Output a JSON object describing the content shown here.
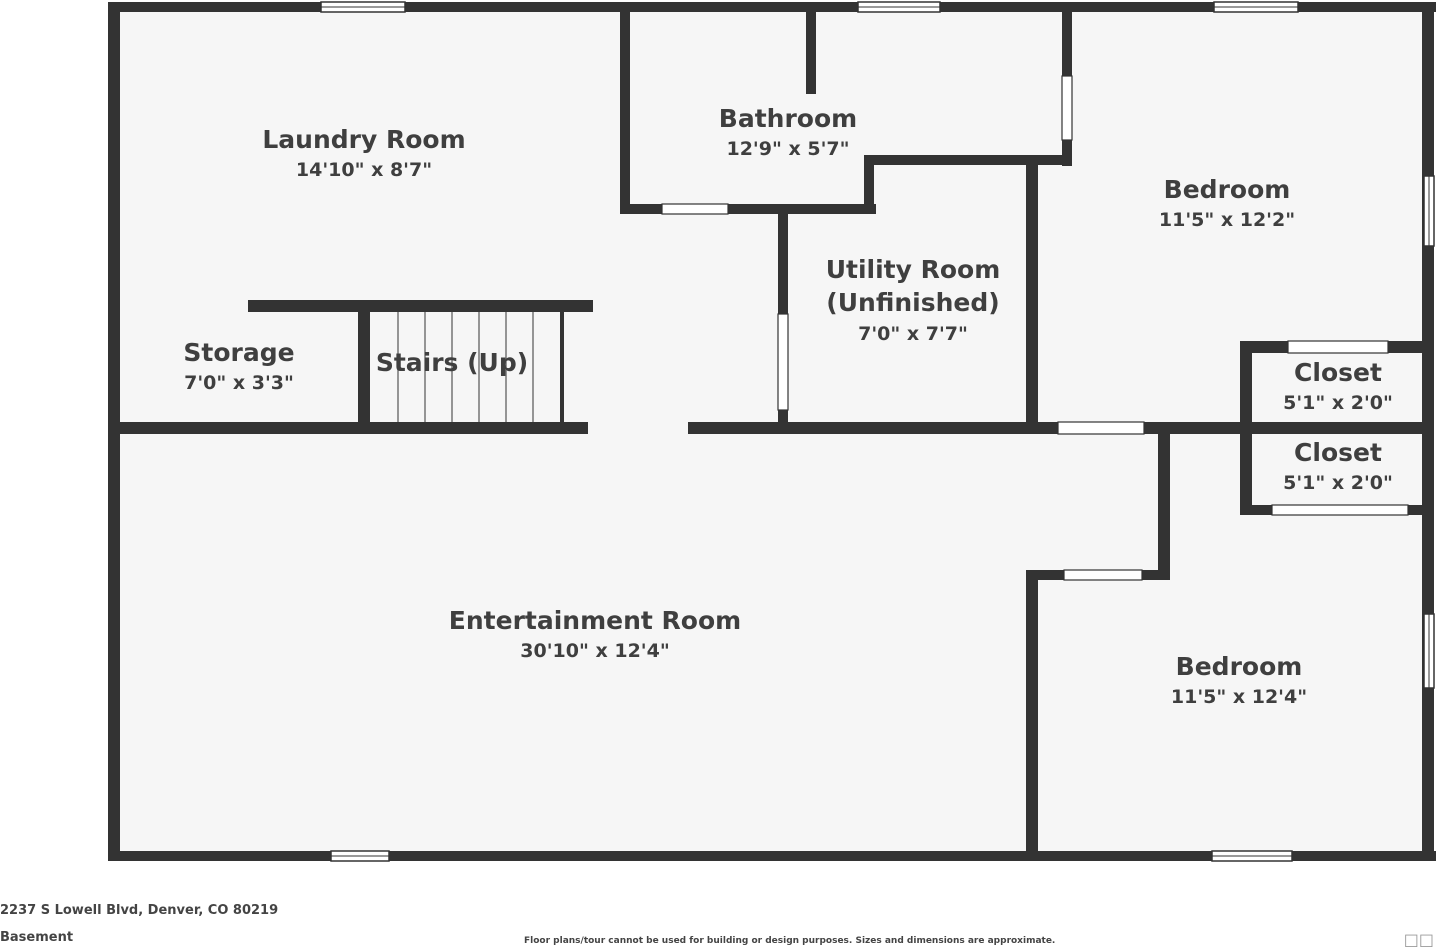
{
  "rooms": {
    "laundry": {
      "name": "Laundry Room",
      "dims": "14'10\" x 8'7\""
    },
    "bathroom": {
      "name": "Bathroom",
      "dims": "12'9\" x 5'7\""
    },
    "bedroom_top": {
      "name": "Bedroom",
      "dims": "11'5\" x 12'2\""
    },
    "utility": {
      "name_line1": "Utility Room",
      "name_line2": "(Unfinished)",
      "dims": "7'0\" x 7'7\""
    },
    "storage": {
      "name": "Storage",
      "dims": "7'0\" x 3'3\""
    },
    "stairs": {
      "name": "Stairs (Up)"
    },
    "closet_1": {
      "name": "Closet",
      "dims": "5'1\" x 2'0\""
    },
    "closet_2": {
      "name": "Closet",
      "dims": "5'1\" x 2'0\""
    },
    "entertainment": {
      "name": "Entertainment Room",
      "dims": "30'10\" x 12'4\""
    },
    "bedroom_bottom": {
      "name": "Bedroom",
      "dims": "11'5\" x 12'4\""
    }
  },
  "footer": {
    "address": "2237 S Lowell Blvd, Denver, CO 80219",
    "floor": "Basement",
    "disclaimer": "Floor plans/tour cannot be used for building or design purposes. Sizes and dimensions are approximate."
  },
  "colors": {
    "wall": "#333333",
    "floor": "#f6f6f6"
  }
}
